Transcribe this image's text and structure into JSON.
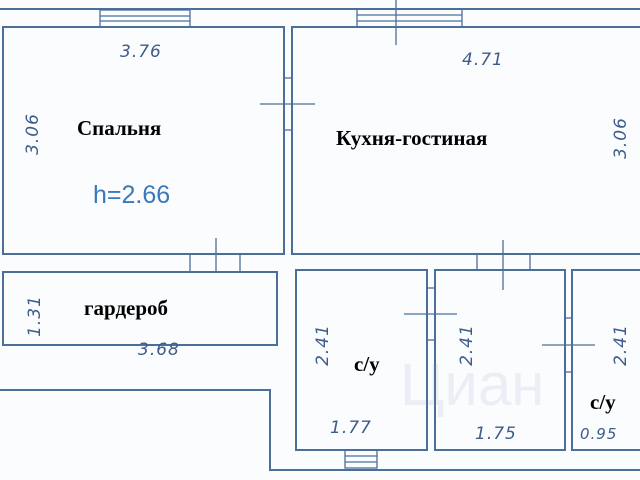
{
  "rooms": {
    "bedroom": {
      "name": "Спальня",
      "height_label": "h=2.66",
      "width": "3.76",
      "depth": "3.06"
    },
    "kitchen": {
      "name": "Кухня-гостиная",
      "width": "4.71",
      "depth": "3.06"
    },
    "wardrobe": {
      "name": "гардероб",
      "width": "3.68",
      "depth": "1.31"
    },
    "bath1": {
      "name": "с/у",
      "width": "1.77",
      "depth": "2.41"
    },
    "bath2": {
      "width": "1.75",
      "depth": "2.41"
    },
    "bath3": {
      "name": "с/у",
      "width": "0.95",
      "depth": "2.41"
    }
  },
  "watermark": "Циан",
  "colors": {
    "walls": "#4a6f99",
    "height_text": "#3b78b8",
    "dims": "#3d5c8a"
  }
}
